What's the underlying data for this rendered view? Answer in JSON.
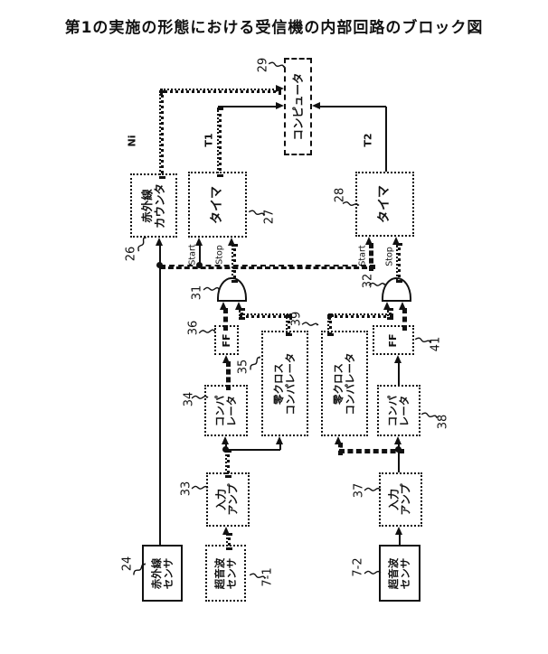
{
  "title": "第1の実施の形態における受信機の内部回路のブロック図",
  "colors": {
    "ink": "#111111",
    "background": "#ffffff"
  },
  "boxes": {
    "computer": {
      "label": "コンピュータ",
      "ref": "29"
    },
    "ir_counter": {
      "l1": "赤外線",
      "l2": "カウンタ",
      "ref": "26"
    },
    "timer1": {
      "label": "タイマ",
      "ref": "27"
    },
    "timer2": {
      "label": "タイマ",
      "ref": "28"
    },
    "and1": {
      "ref": "31"
    },
    "and2": {
      "ref": "32"
    },
    "ff1": {
      "label": "FF",
      "ref": "36"
    },
    "ff2": {
      "label": "FF",
      "ref": "41"
    },
    "comp1": {
      "l1": "コンパ",
      "l2": "レータ",
      "ref": "34"
    },
    "comp2": {
      "l1": "コンパ",
      "l2": "レータ",
      "ref": "38"
    },
    "zerocross1": {
      "l1": "零クロス",
      "l2": "コンパレータ",
      "ref": "35"
    },
    "zerocross2": {
      "l1": "零クロス",
      "l2": "コンパレータ",
      "ref": "39"
    },
    "amp1": {
      "l1": "入力",
      "l2": "アンプ",
      "ref": "33"
    },
    "amp2": {
      "l1": "入力",
      "l2": "アンプ",
      "ref": "37"
    },
    "ir_sensor": {
      "l1": "赤外線",
      "l2": "センサ",
      "ref": "24"
    },
    "us_sensor1": {
      "l1": "超音波",
      "l2": "センサ",
      "ref": "7-1"
    },
    "us_sensor2": {
      "l1": "超音波",
      "l2": "センサ",
      "ref": "7-2"
    }
  },
  "signals": {
    "ni": "Ni",
    "t1": "T1",
    "t2": "T2",
    "start1": "Start",
    "stop1": "Stop",
    "start2": "Start",
    "stop2": "Stop"
  }
}
